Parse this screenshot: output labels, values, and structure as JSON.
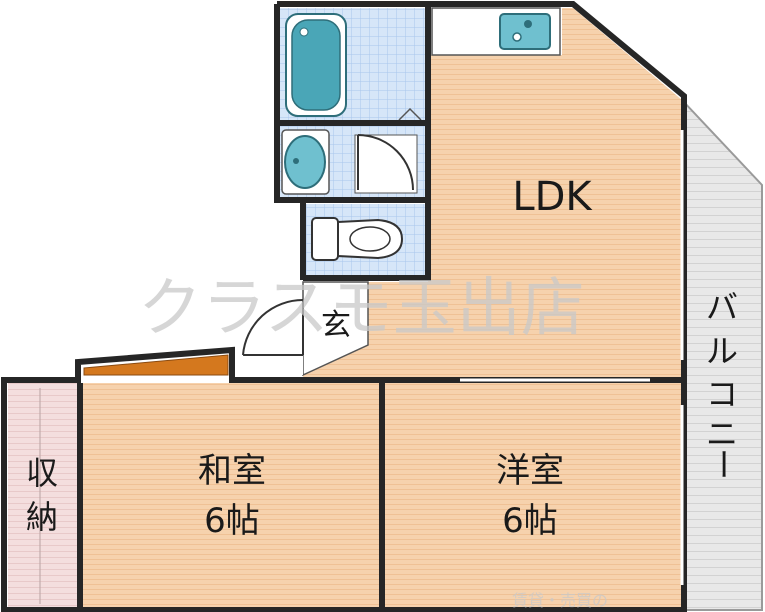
{
  "rooms": {
    "ldk": "LDK",
    "entrance": "玄",
    "washitsu_name": "和室",
    "washitsu_size": "6帖",
    "youshitsu_name": "洋室",
    "youshitsu_size": "6帖",
    "storage_line1": "収",
    "storage_line2": "納",
    "balcony": [
      "バ",
      "ル",
      "コ",
      "ニ",
      "ー"
    ]
  },
  "watermark": "クラスモ玉出店",
  "footer_watermark": "賃貸・売買の",
  "colors": {
    "floor": "#f6d2ad",
    "floor_line": "#f1c398",
    "wet_area": "#d4e4f7",
    "wet_grid": "#a9c8ee",
    "balcony": "#e6e6e6",
    "storage": "#f3dcdc",
    "wall": "#262626",
    "fixture": "#3e9fb0",
    "accent": "#d4781e"
  }
}
